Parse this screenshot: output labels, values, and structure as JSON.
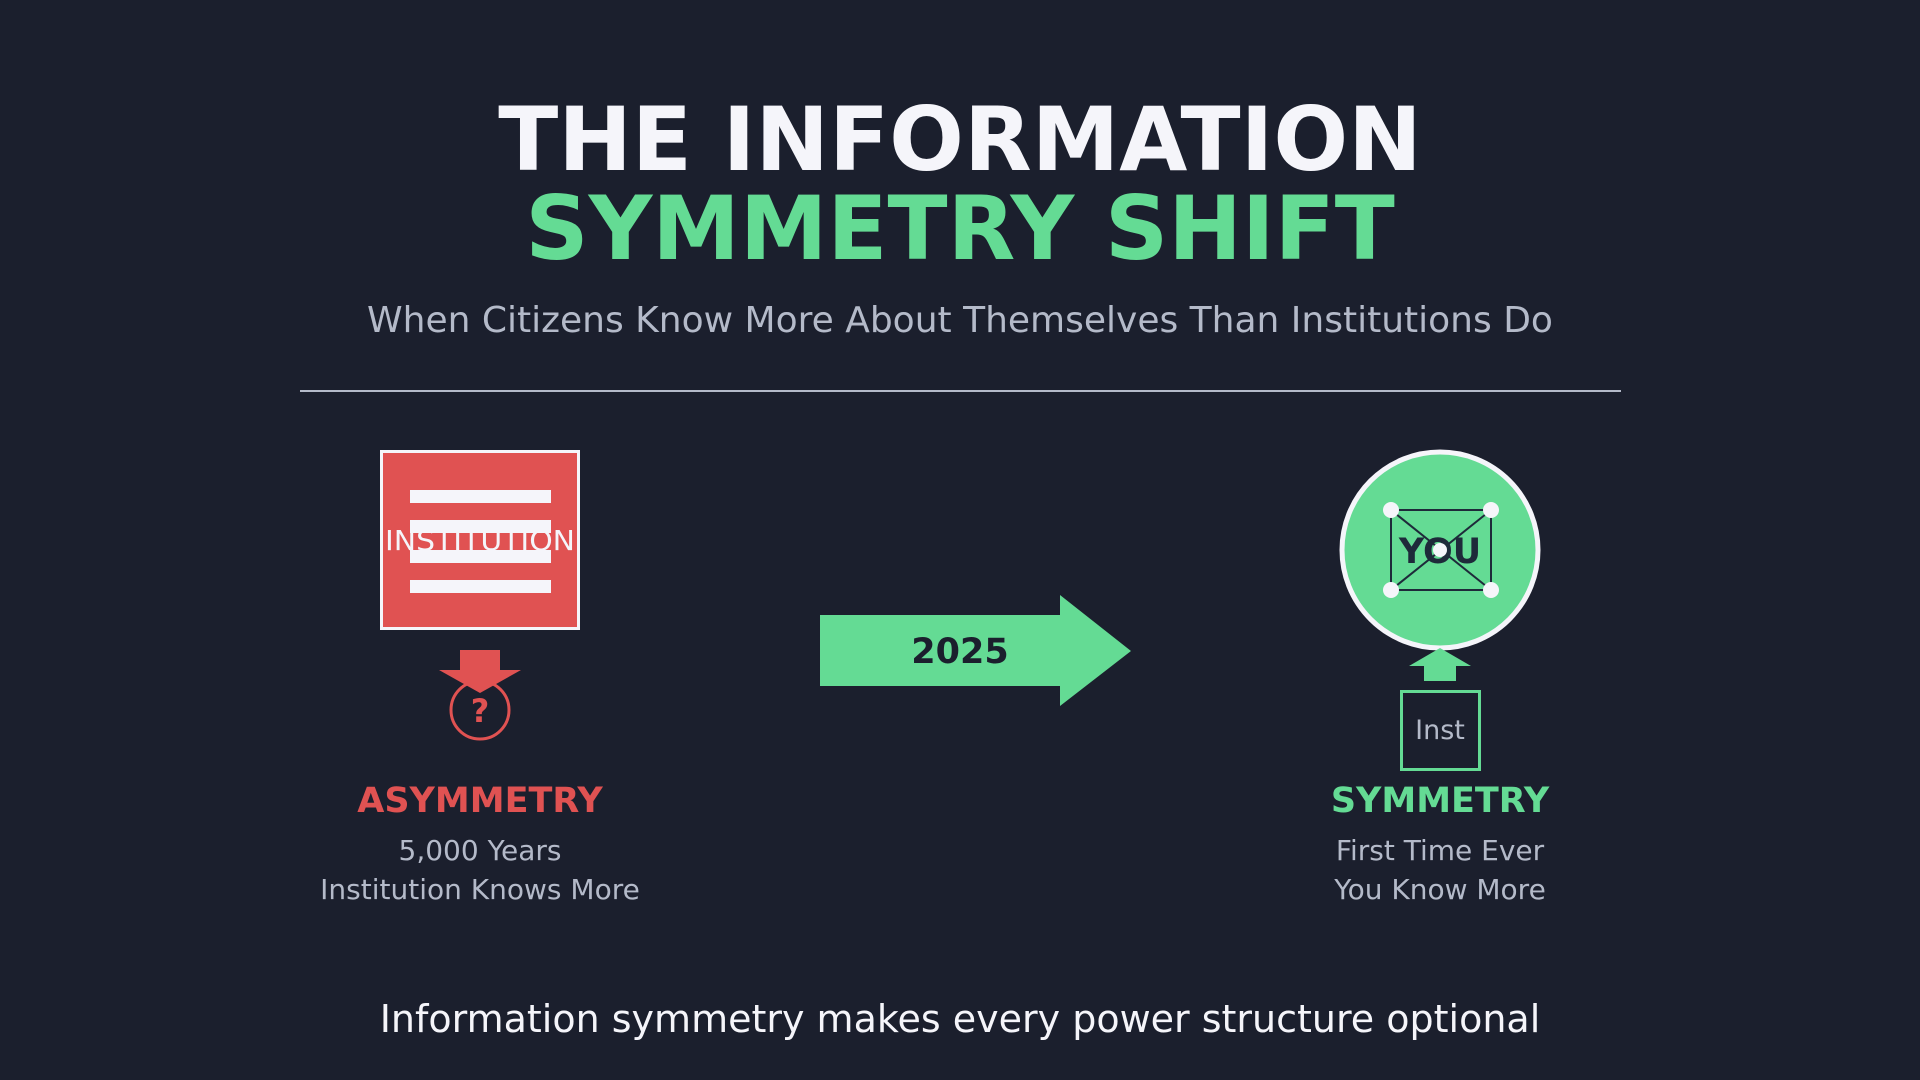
{
  "header": {
    "title_line1": "THE INFORMATION",
    "title_line2": "SYMMETRY SHIFT",
    "subtitle": "When Citizens Know More About Themselves Than Institutions Do"
  },
  "left": {
    "box_label": "INSTITUTION",
    "question_mark": "?",
    "heading": "ASYMMETRY",
    "line1": "5,000 Years",
    "line2": "Institution Knows More",
    "icons": [
      "document-lines-icon",
      "arrow-down-icon",
      "question-circle-icon"
    ]
  },
  "center": {
    "arrow_label": "2025",
    "icon": "arrow-right-icon"
  },
  "right": {
    "circle_label": "YOU",
    "small_box_label": "Inst",
    "heading": "SYMMETRY",
    "line1": "First Time Ever",
    "line2": "You Know More",
    "icons": [
      "network-node-icon",
      "arrow-up-icon"
    ]
  },
  "footer": {
    "tagline": "Information symmetry makes every power structure optional"
  },
  "colors": {
    "background": "#1b1f2d",
    "title_white": "#f5f5fa",
    "accent_green": "#64db94",
    "accent_red": "#e05252",
    "muted_text": "#b4bac9",
    "divider": "#b4bac9",
    "dark_ink": "#1e2a3a"
  }
}
